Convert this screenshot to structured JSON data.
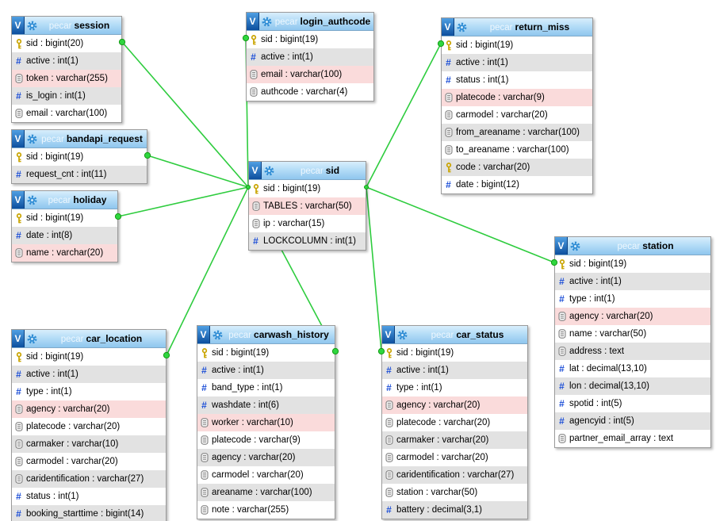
{
  "diagram": {
    "schema": "pecar",
    "colors": {
      "relation_line": "#2ecc3e",
      "relation_dot_fill": "#2fd63f",
      "relation_dot_stroke": "#149a14",
      "row_gray": "#e2e2e2",
      "row_pink": "#fadbdb",
      "header_blue": "#a9d6f4",
      "key_icon_gold": "#c9a400",
      "hash_icon_blue": "#1d4fd7"
    },
    "tables": [
      {
        "name": "session",
        "schema": "pecar",
        "fields": [
          {
            "icon": "key-icon",
            "name": "sid",
            "type": "bigint(20)",
            "shade": "white"
          },
          {
            "icon": "hash-icon",
            "name": "active",
            "type": "int(1)",
            "shade": "gray"
          },
          {
            "icon": "text-icon",
            "name": "token",
            "type": "varchar(255)",
            "shade": "pink"
          },
          {
            "icon": "hash-icon",
            "name": "is_login",
            "type": "int(1)",
            "shade": "gray"
          },
          {
            "icon": "text-icon",
            "name": "email",
            "type": "varchar(100)",
            "shade": "white"
          }
        ]
      },
      {
        "name": "login_authcode",
        "schema": "pecar",
        "fields": [
          {
            "icon": "key-icon",
            "name": "sid",
            "type": "bigint(19)",
            "shade": "white"
          },
          {
            "icon": "hash-icon",
            "name": "active",
            "type": "int(1)",
            "shade": "gray"
          },
          {
            "icon": "text-icon",
            "name": "email",
            "type": "varchar(100)",
            "shade": "pink"
          },
          {
            "icon": "text-icon",
            "name": "authcode",
            "type": "varchar(4)",
            "shade": "white"
          }
        ]
      },
      {
        "name": "return_miss",
        "schema": "pecar",
        "fields": [
          {
            "icon": "key-icon",
            "name": "sid",
            "type": "bigint(19)",
            "shade": "white"
          },
          {
            "icon": "hash-icon",
            "name": "active",
            "type": "int(1)",
            "shade": "gray"
          },
          {
            "icon": "hash-icon",
            "name": "status",
            "type": "int(1)",
            "shade": "white"
          },
          {
            "icon": "text-icon",
            "name": "platecode",
            "type": "varchar(9)",
            "shade": "pink"
          },
          {
            "icon": "text-icon",
            "name": "carmodel",
            "type": "varchar(20)",
            "shade": "white"
          },
          {
            "icon": "text-icon",
            "name": "from_areaname",
            "type": "varchar(100)",
            "shade": "gray"
          },
          {
            "icon": "text-icon",
            "name": "to_areaname",
            "type": "varchar(100)",
            "shade": "white"
          },
          {
            "icon": "key-icon",
            "name": "code",
            "type": "varchar(20)",
            "shade": "gray"
          },
          {
            "icon": "hash-icon",
            "name": "date",
            "type": "bigint(12)",
            "shade": "white"
          }
        ]
      },
      {
        "name": "bandapi_request",
        "schema": "pecar",
        "fields": [
          {
            "icon": "key-icon",
            "name": "sid",
            "type": "bigint(19)",
            "shade": "white"
          },
          {
            "icon": "hash-icon",
            "name": "request_cnt",
            "type": "int(11)",
            "shade": "gray"
          }
        ]
      },
      {
        "name": "holiday",
        "schema": "pecar",
        "fields": [
          {
            "icon": "key-icon",
            "name": "sid",
            "type": "bigint(19)",
            "shade": "white"
          },
          {
            "icon": "hash-icon",
            "name": "date",
            "type": "int(8)",
            "shade": "gray"
          },
          {
            "icon": "text-icon",
            "name": "name",
            "type": "varchar(20)",
            "shade": "pink"
          }
        ]
      },
      {
        "name": "sid",
        "schema": "pecar",
        "fields": [
          {
            "icon": "key-icon",
            "name": "sid",
            "type": "bigint(19)",
            "shade": "white"
          },
          {
            "icon": "text-icon",
            "name": "TABLES",
            "type": "varchar(50)",
            "shade": "pink"
          },
          {
            "icon": "text-icon",
            "name": "ip",
            "type": "varchar(15)",
            "shade": "white"
          },
          {
            "icon": "hash-icon",
            "name": "LOCKCOLUMN",
            "type": "int(1)",
            "shade": "gray"
          }
        ]
      },
      {
        "name": "station",
        "schema": "pecar",
        "fields": [
          {
            "icon": "key-icon",
            "name": "sid",
            "type": "bigint(19)",
            "shade": "white"
          },
          {
            "icon": "hash-icon",
            "name": "active",
            "type": "int(1)",
            "shade": "gray"
          },
          {
            "icon": "hash-icon",
            "name": "type",
            "type": "int(1)",
            "shade": "white"
          },
          {
            "icon": "text-icon",
            "name": "agency",
            "type": "varchar(20)",
            "shade": "pink"
          },
          {
            "icon": "text-icon",
            "name": "name",
            "type": "varchar(50)",
            "shade": "white"
          },
          {
            "icon": "text-icon",
            "name": "address",
            "type": "text",
            "shade": "gray"
          },
          {
            "icon": "hash-icon",
            "name": "lat",
            "type": "decimal(13,10)",
            "shade": "white"
          },
          {
            "icon": "hash-icon",
            "name": "lon",
            "type": "decimal(13,10)",
            "shade": "gray"
          },
          {
            "icon": "hash-icon",
            "name": "spotid",
            "type": "int(5)",
            "shade": "white"
          },
          {
            "icon": "hash-icon",
            "name": "agencyid",
            "type": "int(5)",
            "shade": "gray"
          },
          {
            "icon": "text-icon",
            "name": "partner_email_array",
            "type": "text",
            "shade": "white"
          }
        ]
      },
      {
        "name": "car_location",
        "schema": "pecar",
        "fields": [
          {
            "icon": "key-icon",
            "name": "sid",
            "type": "bigint(19)",
            "shade": "white"
          },
          {
            "icon": "hash-icon",
            "name": "active",
            "type": "int(1)",
            "shade": "gray"
          },
          {
            "icon": "hash-icon",
            "name": "type",
            "type": "int(1)",
            "shade": "white"
          },
          {
            "icon": "text-icon",
            "name": "agency",
            "type": "varchar(20)",
            "shade": "pink"
          },
          {
            "icon": "text-icon",
            "name": "platecode",
            "type": "varchar(20)",
            "shade": "white"
          },
          {
            "icon": "text-icon",
            "name": "carmaker",
            "type": "varchar(10)",
            "shade": "gray"
          },
          {
            "icon": "text-icon",
            "name": "carmodel",
            "type": "varchar(20)",
            "shade": "white"
          },
          {
            "icon": "text-icon",
            "name": "caridentification",
            "type": "varchar(27)",
            "shade": "gray"
          },
          {
            "icon": "hash-icon",
            "name": "status",
            "type": "int(1)",
            "shade": "white"
          },
          {
            "icon": "hash-icon",
            "name": "booking_starttime",
            "type": "bigint(14)",
            "shade": "gray"
          }
        ]
      },
      {
        "name": "carwash_history",
        "schema": "pecar",
        "fields": [
          {
            "icon": "key-icon",
            "name": "sid",
            "type": "bigint(19)",
            "shade": "white"
          },
          {
            "icon": "hash-icon",
            "name": "active",
            "type": "int(1)",
            "shade": "gray"
          },
          {
            "icon": "hash-icon",
            "name": "band_type",
            "type": "int(1)",
            "shade": "white"
          },
          {
            "icon": "hash-icon",
            "name": "washdate",
            "type": "int(6)",
            "shade": "gray"
          },
          {
            "icon": "text-icon",
            "name": "worker",
            "type": "varchar(10)",
            "shade": "pink"
          },
          {
            "icon": "text-icon",
            "name": "platecode",
            "type": "varchar(9)",
            "shade": "white"
          },
          {
            "icon": "text-icon",
            "name": "agency",
            "type": "varchar(20)",
            "shade": "gray"
          },
          {
            "icon": "text-icon",
            "name": "carmodel",
            "type": "varchar(20)",
            "shade": "white"
          },
          {
            "icon": "text-icon",
            "name": "areaname",
            "type": "varchar(100)",
            "shade": "gray"
          },
          {
            "icon": "text-icon",
            "name": "note",
            "type": "varchar(255)",
            "shade": "white"
          }
        ]
      },
      {
        "name": "car_status",
        "schema": "pecar",
        "fields": [
          {
            "icon": "key-icon",
            "name": "sid",
            "type": "bigint(19)",
            "shade": "white"
          },
          {
            "icon": "hash-icon",
            "name": "active",
            "type": "int(1)",
            "shade": "gray"
          },
          {
            "icon": "hash-icon",
            "name": "type",
            "type": "int(1)",
            "shade": "white"
          },
          {
            "icon": "text-icon",
            "name": "agency",
            "type": "varchar(20)",
            "shade": "pink"
          },
          {
            "icon": "text-icon",
            "name": "platecode",
            "type": "varchar(20)",
            "shade": "white"
          },
          {
            "icon": "text-icon",
            "name": "carmaker",
            "type": "varchar(20)",
            "shade": "gray"
          },
          {
            "icon": "text-icon",
            "name": "carmodel",
            "type": "varchar(20)",
            "shade": "white"
          },
          {
            "icon": "text-icon",
            "name": "caridentification",
            "type": "varchar(27)",
            "shade": "gray"
          },
          {
            "icon": "text-icon",
            "name": "station",
            "type": "varchar(50)",
            "shade": "white"
          },
          {
            "icon": "hash-icon",
            "name": "battery",
            "type": "decimal(3,1)",
            "shade": "gray"
          }
        ]
      }
    ],
    "relations": [
      {
        "from": "session",
        "from_side": "right",
        "to": "sid",
        "to_side": "left"
      },
      {
        "from": "login_authcode",
        "from_side": "left",
        "to": "sid",
        "to_side": "left"
      },
      {
        "from": "bandapi_request",
        "from_side": "right",
        "to": "sid",
        "to_side": "left"
      },
      {
        "from": "holiday",
        "from_side": "right",
        "to": "sid",
        "to_side": "left"
      },
      {
        "from": "car_location",
        "from_side": "right",
        "to": "sid",
        "to_side": "left"
      },
      {
        "from": "carwash_history",
        "from_side": "right",
        "to": "sid",
        "to_side": "left"
      },
      {
        "from": "return_miss",
        "from_side": "left",
        "to": "sid",
        "to_side": "right"
      },
      {
        "from": "station",
        "from_side": "left",
        "to": "sid",
        "to_side": "right"
      },
      {
        "from": "car_status",
        "from_side": "left",
        "to": "sid",
        "to_side": "right"
      }
    ]
  }
}
